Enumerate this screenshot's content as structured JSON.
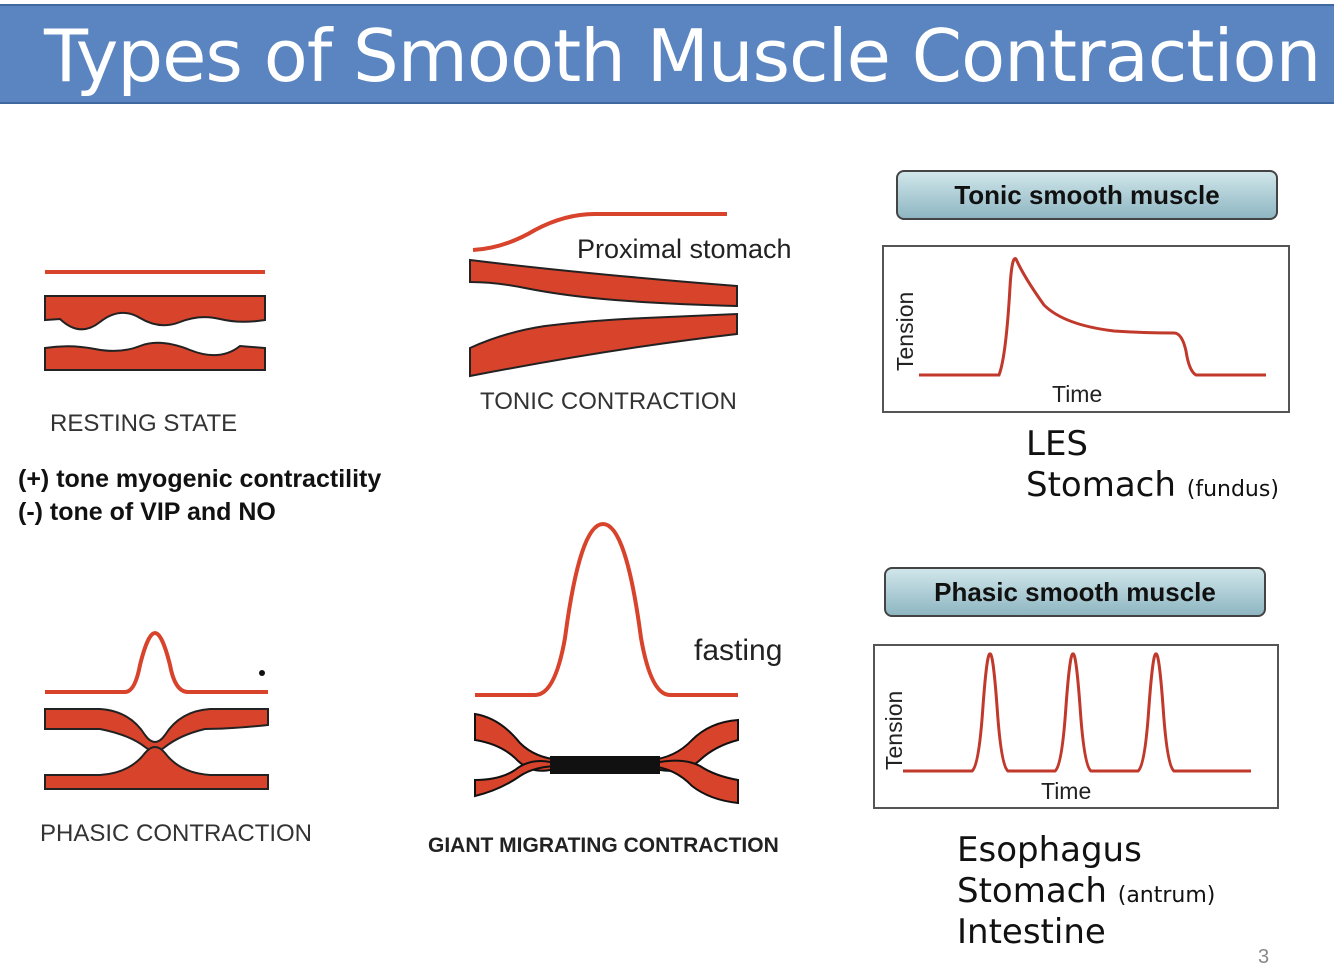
{
  "title": "Types of Smooth Muscle Contraction",
  "panels": {
    "resting_label": "RESTING STATE",
    "tonic_label": "TONIC CONTRACTION",
    "tonic_annotation": "Proximal stomach",
    "phasic_label": "PHASIC CONTRACTION",
    "giant_label": "GIANT MIGRATING  CONTRACTION",
    "giant_annotation": "fasting"
  },
  "notes": {
    "line1": "(+) tone myogenic contractility",
    "line2": "(-) tone of VIP and NO"
  },
  "tonic_box": {
    "header": "Tonic smooth muscle",
    "ylabel": "Tension",
    "xlabel": "Time",
    "examples": [
      "LES",
      "Stomach"
    ],
    "example_note": "(fundus)"
  },
  "phasic_box": {
    "header": "Phasic smooth muscle",
    "ylabel": "Tension",
    "xlabel": "Time",
    "examples": [
      "Esophagus",
      "Stomach",
      "Intestine"
    ],
    "example_note": "(antrum)"
  },
  "page_number": "3",
  "colors": {
    "title_bar": "#5b85c0",
    "muscle": "#d8432c",
    "trace": "#c0392b"
  }
}
